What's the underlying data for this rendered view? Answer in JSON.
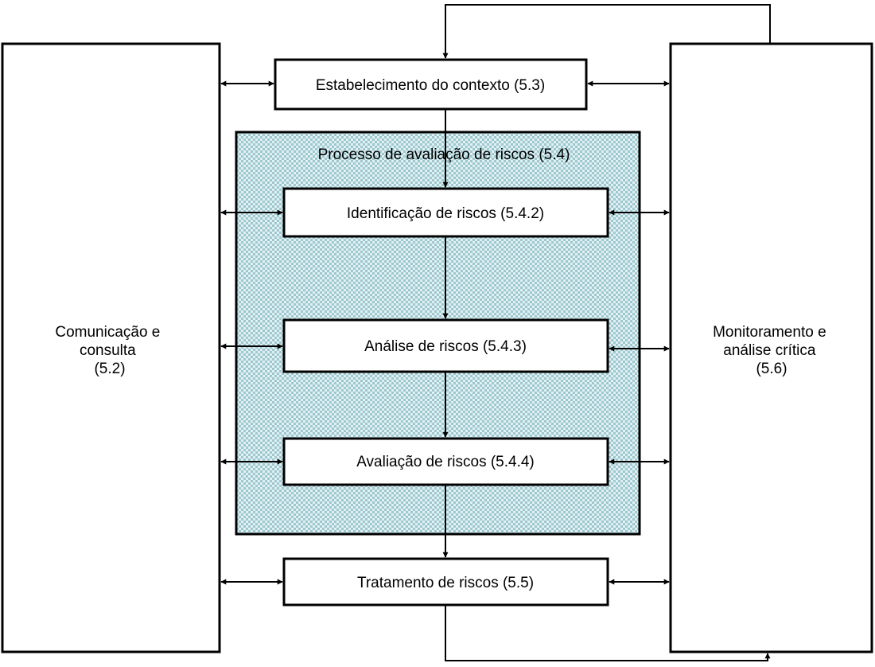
{
  "diagram": {
    "left_box": {
      "lines": [
        "Comunicação e",
        "consulta",
        "(5.2)"
      ]
    },
    "right_box": {
      "lines": [
        "Monitoramento e",
        "análise crítica",
        "(5.6)"
      ]
    },
    "context": {
      "label": "Estabelecimento do contexto (5.3)"
    },
    "assessment": {
      "title": "Processo de avaliação de riscos (5.4)",
      "identification": "Identificação de riscos (5.4.2)",
      "analysis": "Análise de riscos (5.4.3)",
      "evaluation": "Avaliação de riscos (5.4.4)"
    },
    "treatment": {
      "label": "Tratamento de riscos (5.5)"
    }
  },
  "colors": {
    "stroke": "#000000",
    "box_fill": "#ffffff",
    "pattern_light": "#e3f0f3",
    "pattern_dark": "#9cc8cf"
  }
}
